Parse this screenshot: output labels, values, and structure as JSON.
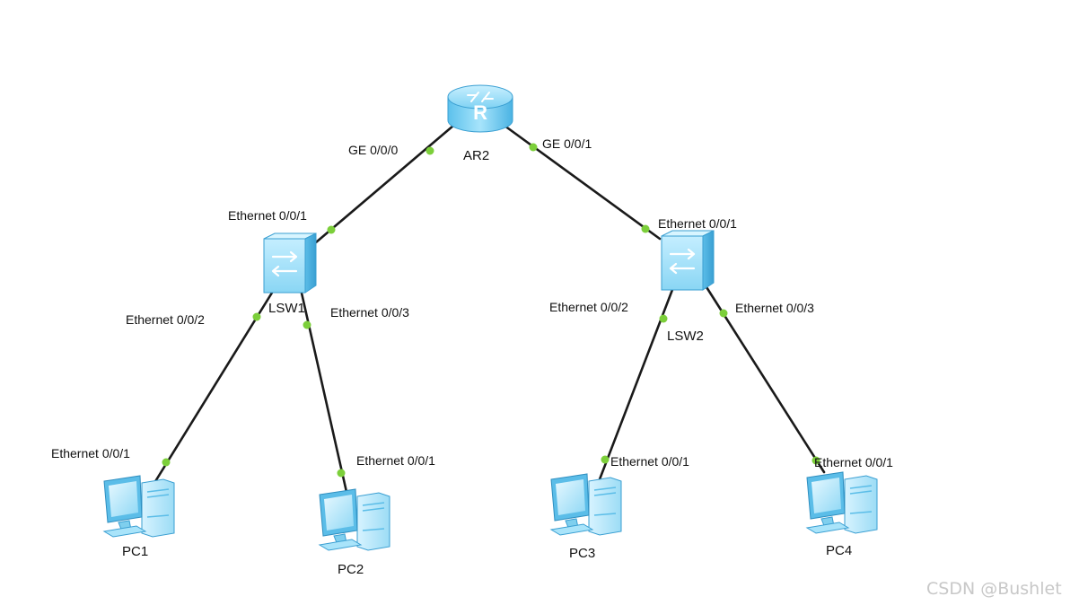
{
  "devices": {
    "router": {
      "name": "AR2",
      "icon": "router-icon"
    },
    "switch1": {
      "name": "LSW1",
      "icon": "switch-icon"
    },
    "switch2": {
      "name": "LSW2",
      "icon": "switch-icon"
    },
    "pc1": {
      "name": "PC1",
      "icon": "pc-icon"
    },
    "pc2": {
      "name": "PC2",
      "icon": "pc-icon"
    },
    "pc3": {
      "name": "PC3",
      "icon": "pc-icon"
    },
    "pc4": {
      "name": "PC4",
      "icon": "pc-icon"
    }
  },
  "ports": {
    "ar2_ge000": "GE 0/0/0",
    "ar2_ge001": "GE 0/0/1",
    "lsw1_e001": "Ethernet 0/0/1",
    "lsw1_e002": "Ethernet 0/0/2",
    "lsw1_e003": "Ethernet 0/0/3",
    "lsw2_e001": "Ethernet 0/0/1",
    "lsw2_e002": "Ethernet 0/0/2",
    "lsw2_e003": "Ethernet 0/0/3",
    "pc1_e001": "Ethernet 0/0/1",
    "pc2_e001": "Ethernet 0/0/1",
    "pc3_e001": "Ethernet 0/0/1",
    "pc4_e001": "Ethernet 0/0/1"
  },
  "watermark": "CSDN @Bushlet",
  "colors": {
    "link": "#1a1a1a",
    "port_indicator": "#7ccf3a",
    "device_body": "#8fd8f5",
    "device_dark": "#3fa7d6"
  }
}
